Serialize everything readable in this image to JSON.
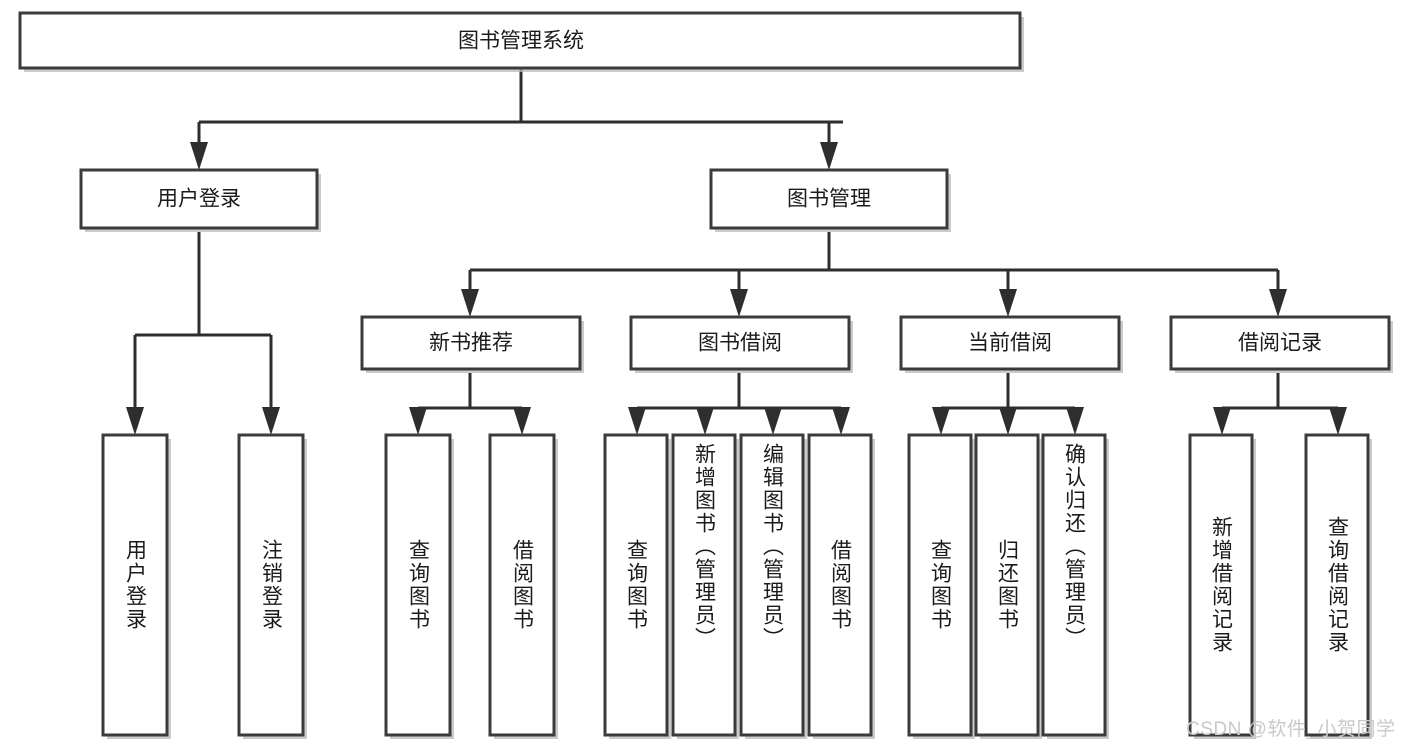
{
  "diagram": {
    "title": "图书管理系统",
    "watermark": "CSDN @软件_小贺同学",
    "colors": {
      "box_border": "#3b3b3b",
      "connector": "#2e2e2e",
      "text": "#1b1b1b",
      "background": "#ffffff",
      "watermark": "#c9c9c9"
    },
    "levels": {
      "root": {
        "label": "图书管理系统"
      },
      "level2": [
        {
          "id": "user-login",
          "label": "用户登录"
        },
        {
          "id": "book-management",
          "label": "图书管理"
        }
      ],
      "level3": [
        {
          "id": "new-book-recommend",
          "label": "新书推荐",
          "parent": "book-management"
        },
        {
          "id": "book-borrow",
          "label": "图书借阅",
          "parent": "book-management"
        },
        {
          "id": "current-borrow",
          "label": "当前借阅",
          "parent": "book-management"
        },
        {
          "id": "borrow-record",
          "label": "借阅记录",
          "parent": "book-management"
        }
      ],
      "leaves": [
        {
          "id": "leaf-user-login",
          "label": "用户登录",
          "parent": "user-login"
        },
        {
          "id": "leaf-logout-login",
          "label": "注销登录",
          "parent": "user-login"
        },
        {
          "id": "leaf-query-book-1",
          "label": "查询图书",
          "parent": "new-book-recommend"
        },
        {
          "id": "leaf-borrow-book-1",
          "label": "借阅图书",
          "parent": "new-book-recommend"
        },
        {
          "id": "leaf-query-book-2",
          "label": "查询图书",
          "parent": "book-borrow"
        },
        {
          "id": "leaf-add-book",
          "label": "新增图书（管理员）",
          "parent": "book-borrow"
        },
        {
          "id": "leaf-edit-book",
          "label": "编辑图书（管理员）",
          "parent": "book-borrow"
        },
        {
          "id": "leaf-borrow-book-2",
          "label": "借阅图书",
          "parent": "book-borrow"
        },
        {
          "id": "leaf-query-book-3",
          "label": "查询图书",
          "parent": "current-borrow"
        },
        {
          "id": "leaf-return-book",
          "label": "归还图书",
          "parent": "current-borrow"
        },
        {
          "id": "leaf-confirm-return",
          "label": "确认归还（管理员）",
          "parent": "current-borrow"
        },
        {
          "id": "leaf-add-record",
          "label": "新增借阅记录",
          "parent": "borrow-record"
        },
        {
          "id": "leaf-query-record",
          "label": "查询借阅记录",
          "parent": "borrow-record"
        }
      ]
    }
  }
}
